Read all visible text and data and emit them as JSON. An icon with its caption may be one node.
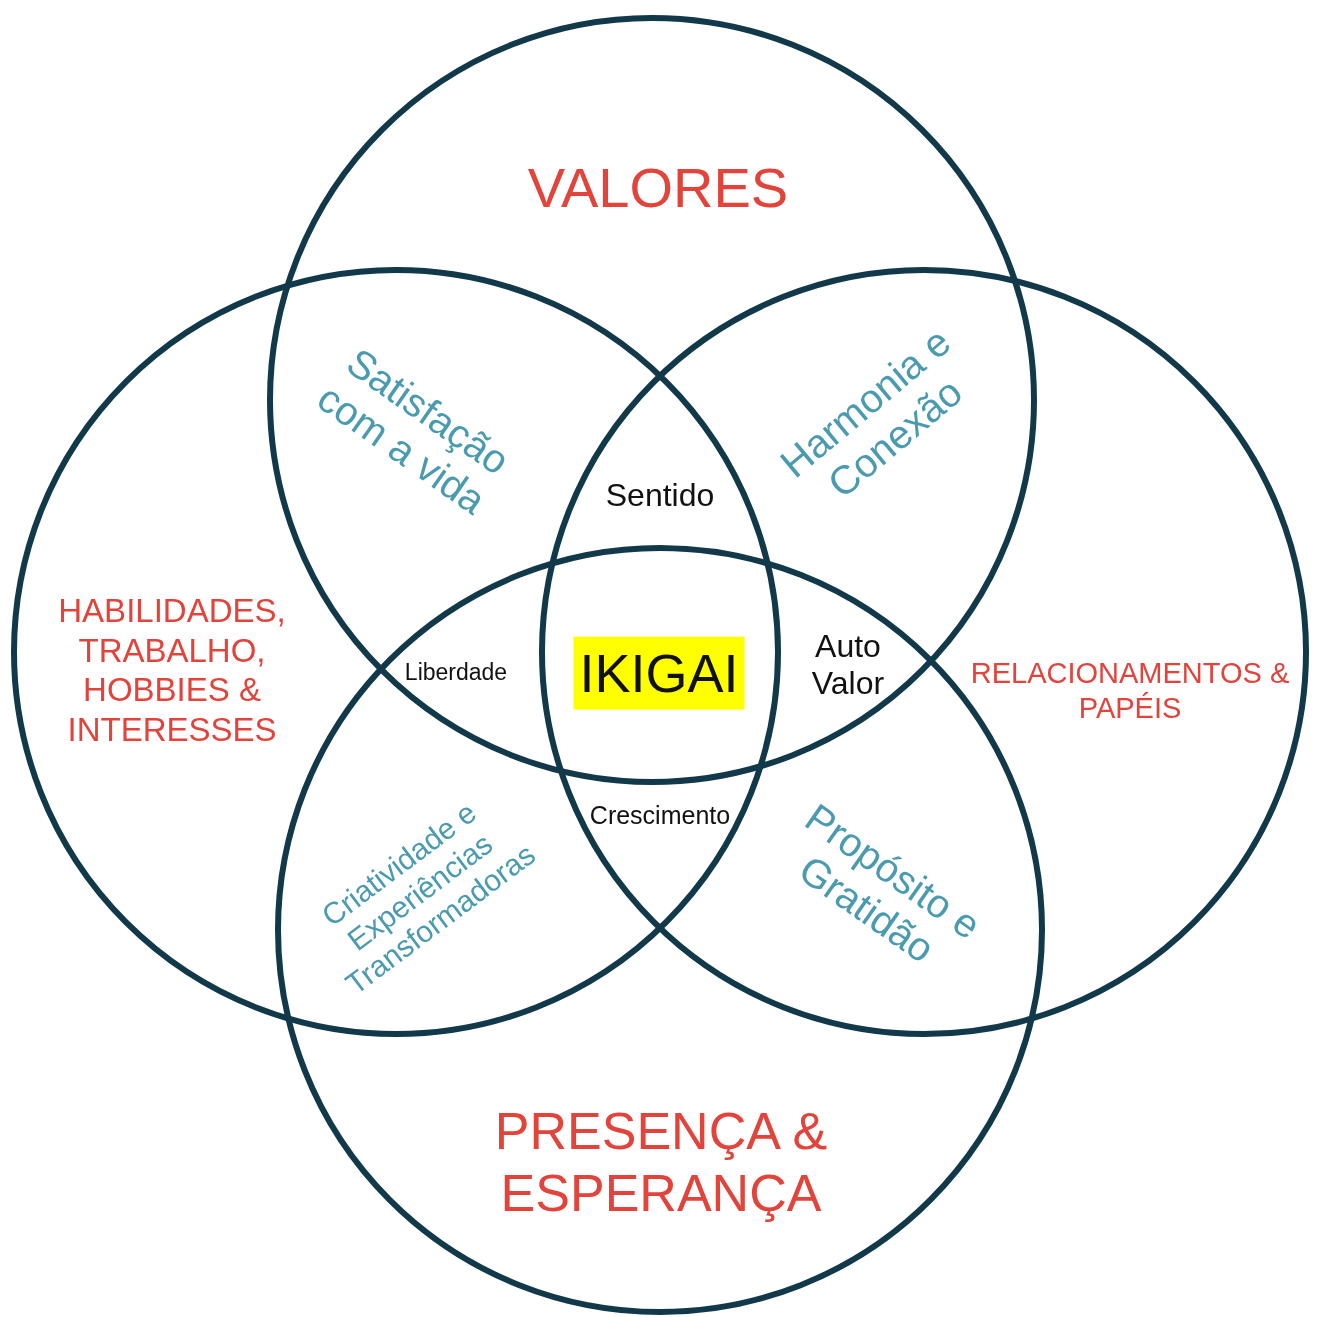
{
  "diagram": {
    "nodes": [
      {
        "text": [
          "VALORES"
        ]
      },
      {
        "text": [
          "HABILIDADES, TRABALHO, HOBBIES & INTERESSES"
        ]
      },
      {
        "text": [
          "RELACIONAMENTOS & PAPÉIS"
        ]
      },
      {
        "text": [
          "IKIGAI"
        ]
      },
      {
        "text": [
          "PRESENÇA & ESPERANÇA"
        ]
      }
    ],
    "labels": [
      "Satisfação com a vida",
      "Harmonia e Conexão",
      "Sentido",
      "Liberdade",
      "Auto Valor",
      "Crescimento",
      "Criatividade e Experiências Transformadoras",
      "Propósito e Gratidão"
    ]
  }
}
